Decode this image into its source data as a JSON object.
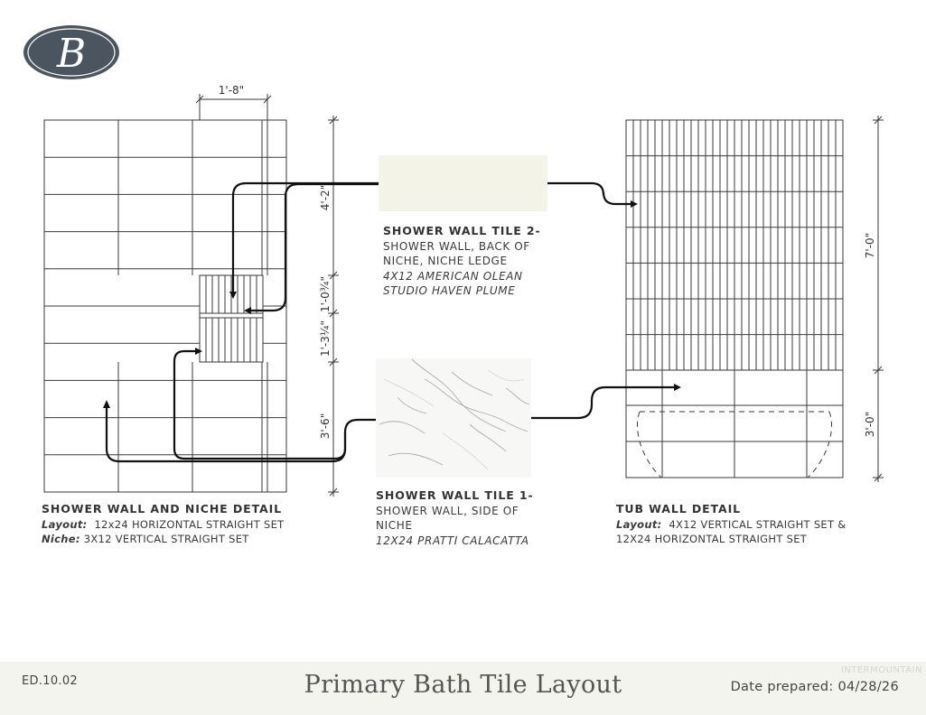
{
  "logo": {
    "letter": "B",
    "color": "#4a5560"
  },
  "dimensions": {
    "top_width": "1'-8\"",
    "shower_upper": "4'-2\"",
    "niche_upper": "1'-0¾\"",
    "niche_lower": "1'-3¼\"",
    "shower_lower": "3'-6\"",
    "tub_upper": "7'-0\"",
    "tub_lower": "3'-0\""
  },
  "labels": {
    "tile2": {
      "heading": "SHOWER WALL TILE 2-",
      "line1": "SHOWER WALL, BACK OF",
      "line2": "NICHE, NICHE LEDGE",
      "spec1": "4X12 AMERICAN OLEAN",
      "spec2": "STUDIO HAVEN PLUME"
    },
    "tile1": {
      "heading": "SHOWER WALL TILE 1-",
      "line1": "SHOWER WALL, SIDE OF",
      "line2": "NICHE",
      "spec": "12X24 PRATTI CALACATTA"
    },
    "shower": {
      "heading": "SHOWER WALL AND NICHE DETAIL",
      "layout_label": "Layout:",
      "layout_value": "12x24 HORIZONTAL STRAIGHT SET",
      "niche_label": "Niche:",
      "niche_value": "3X12 VERTICAL STRAIGHT SET"
    },
    "tub": {
      "heading": "TUB WALL DETAIL",
      "layout_label": "Layout:",
      "layout_value": "4X12 VERTICAL STRAIGHT SET &",
      "layout_value2": "12X24 HORIZONTAL STRAIGHT SET"
    }
  },
  "footer": {
    "code": "ED.10.02",
    "title": "Primary Bath Tile Layout",
    "date": "Date prepared: 04/28/26",
    "watermark": "INTERMOUNTAIN"
  },
  "colors": {
    "line": "#3a3a3a",
    "arrow": "#111111",
    "tile2_swatch": "#f3f3e8",
    "marble": "#f7f7f5",
    "footer_bg": "#f4f4ef"
  }
}
